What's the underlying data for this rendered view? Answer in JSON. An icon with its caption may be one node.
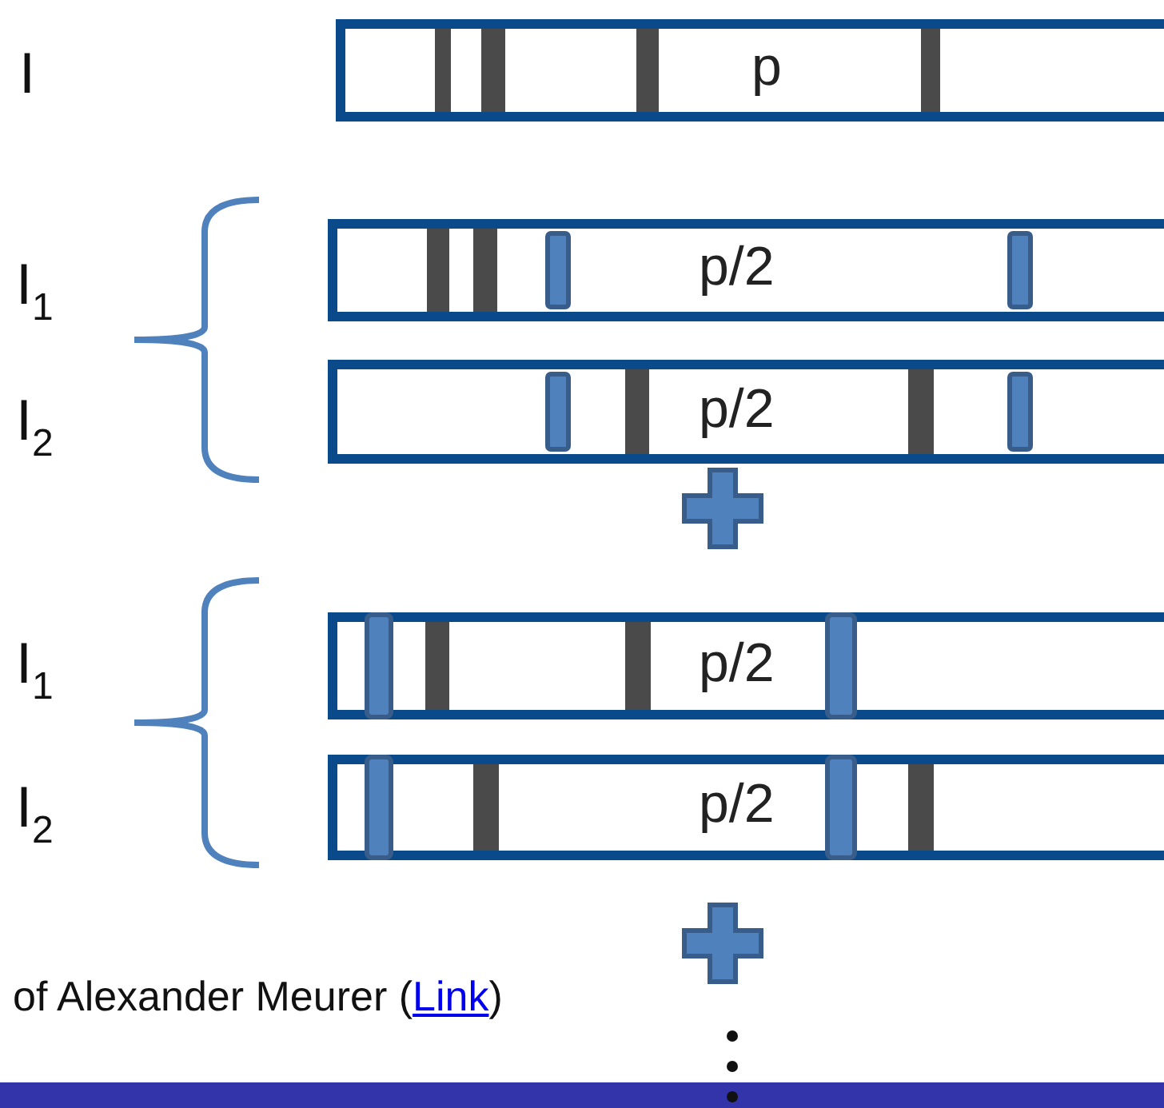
{
  "diagram": {
    "nodes": [
      {
        "text": [
          "p"
        ]
      },
      {
        "text": [
          "p/2"
        ]
      },
      {
        "text": [
          "p/2"
        ]
      },
      {
        "text": [
          "p/2"
        ]
      },
      {
        "text": [
          "p/2"
        ]
      }
    ],
    "edges": [],
    "labels": [
      "I",
      "I$_{1}$",
      "I$_{2}$",
      "I$_{1}$",
      "I$_{2}$",
      "of Alexander Meurer (",
      "Link",
      ")"
    ]
  }
}
